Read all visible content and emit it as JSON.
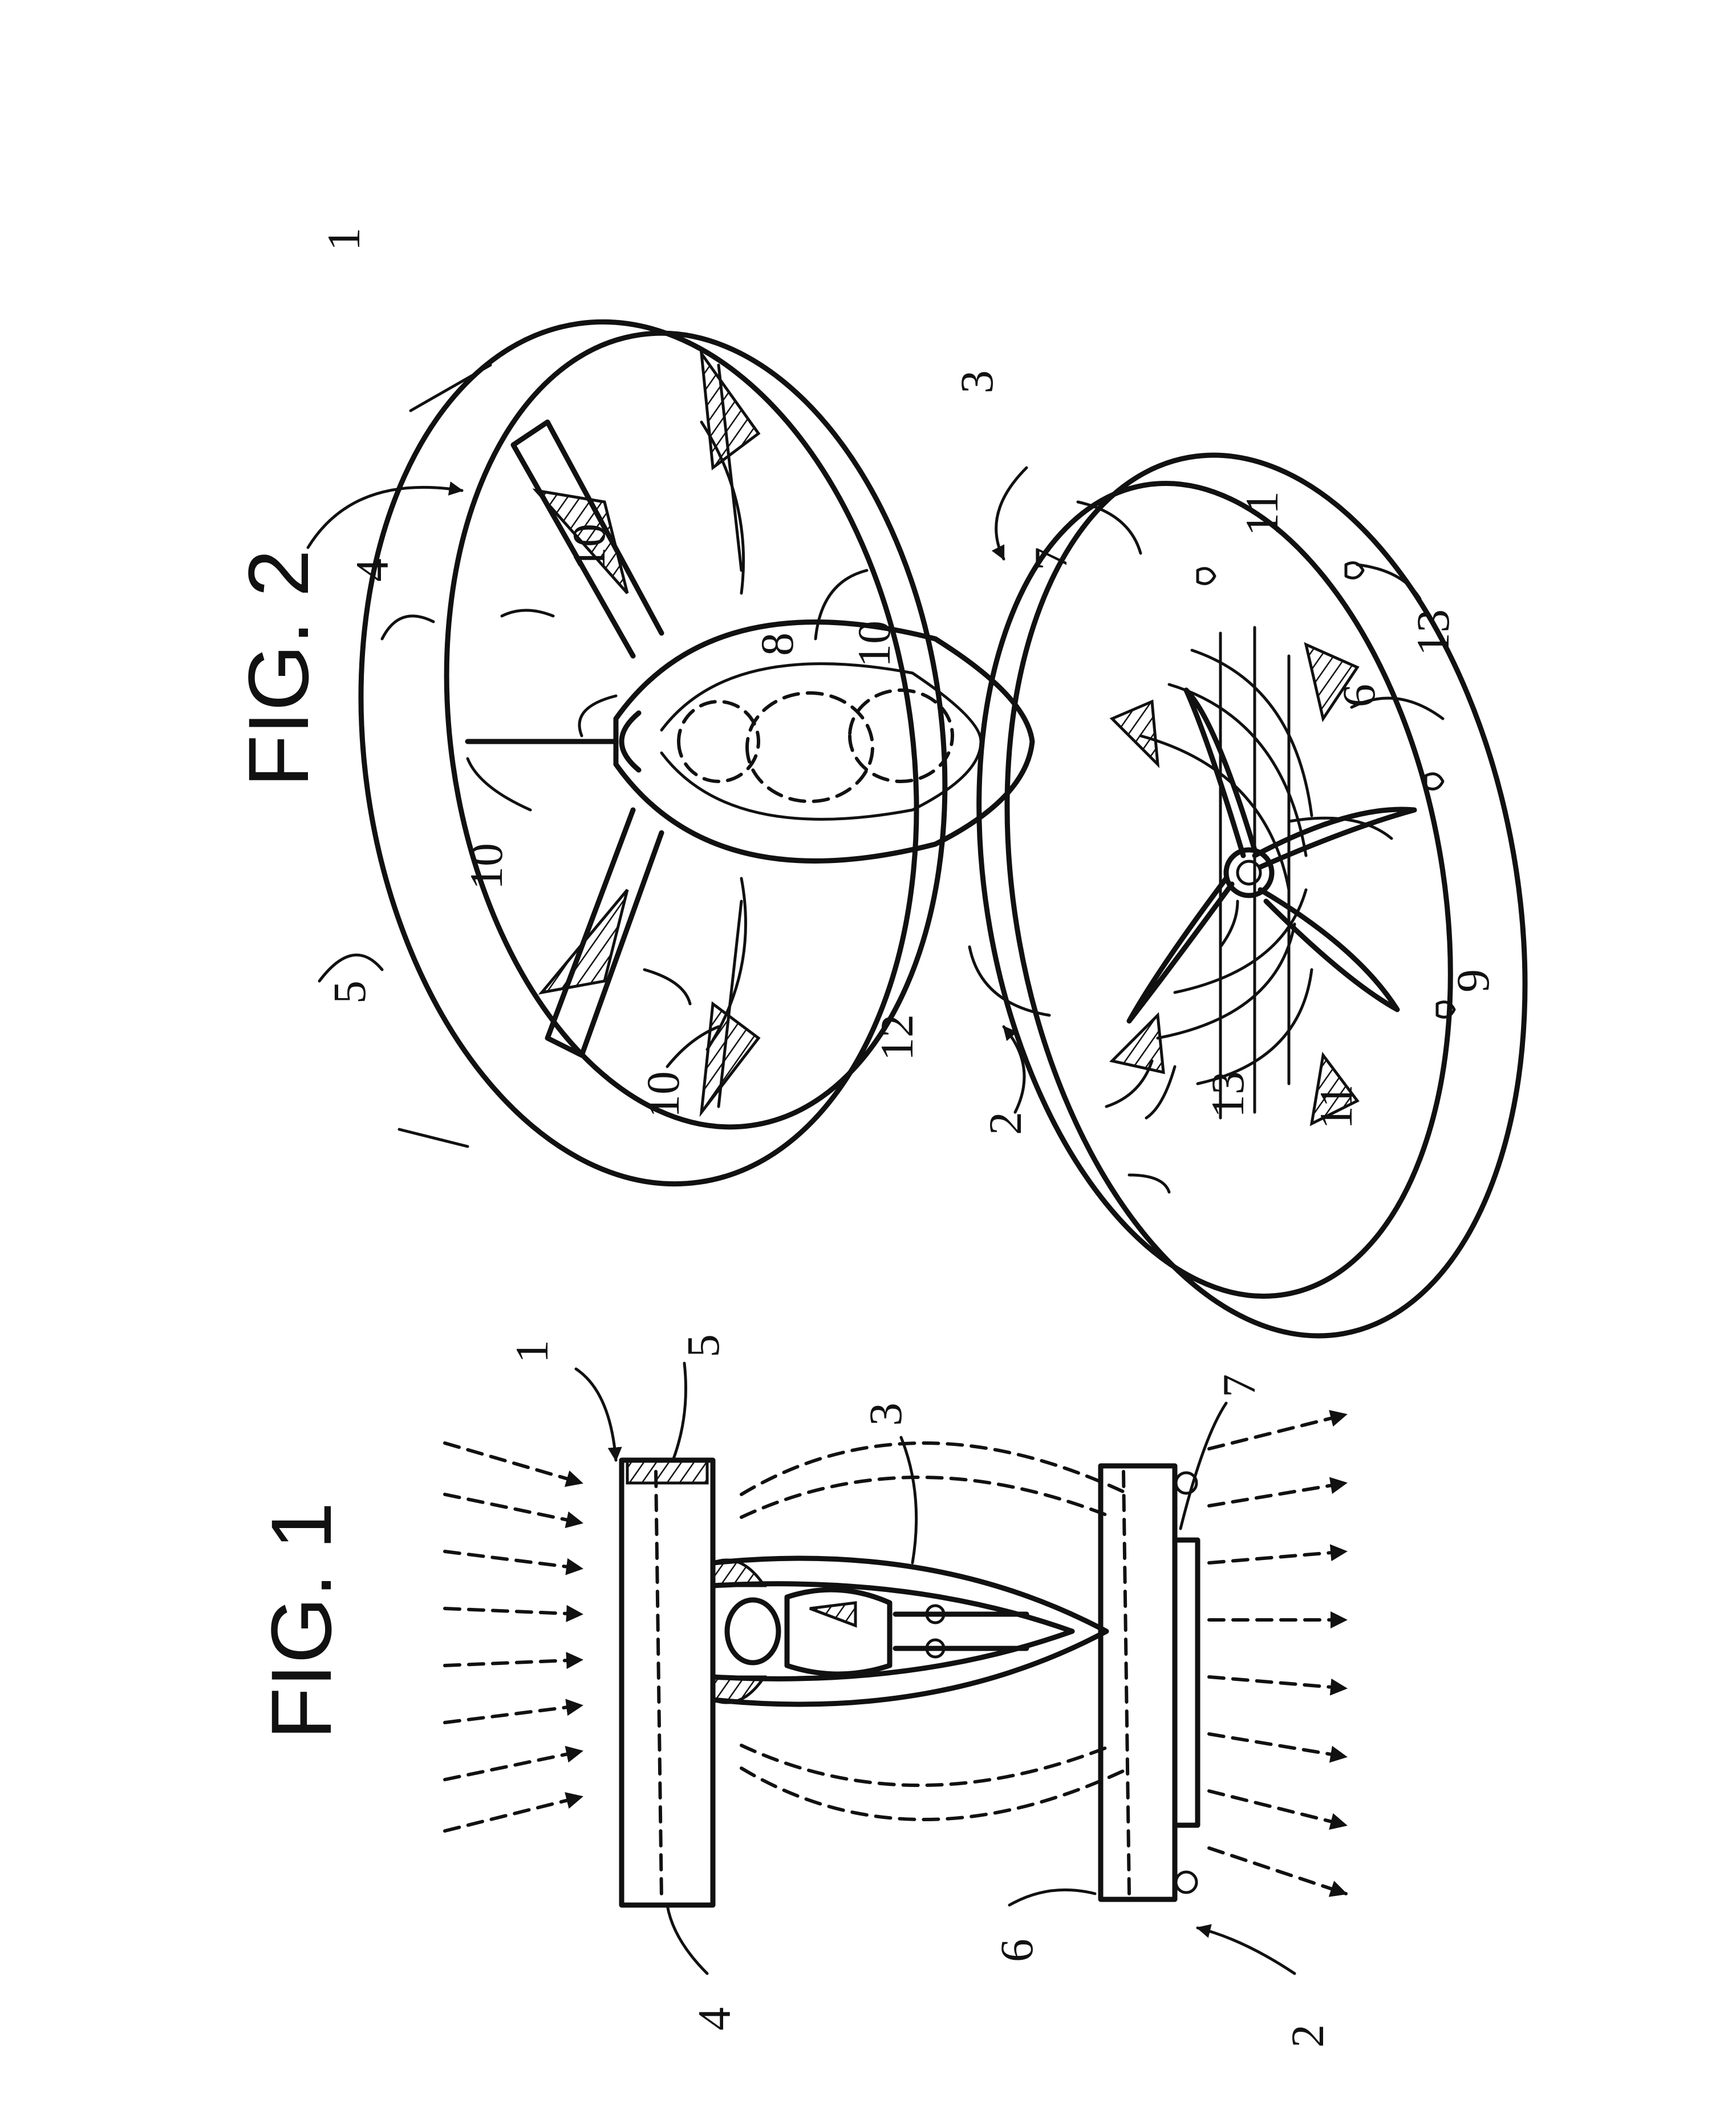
{
  "figures": [
    {
      "title": "FIG. 1",
      "labels": [
        "1",
        "2",
        "3",
        "4",
        "5",
        "6",
        "7"
      ]
    },
    {
      "title": "FIG. 2",
      "labels": [
        "1",
        "2",
        "3",
        "4",
        "5",
        "6",
        "7",
        "8",
        "9",
        "10",
        "10",
        "10",
        "10",
        "11",
        "11",
        "12",
        "13",
        "13"
      ]
    }
  ]
}
